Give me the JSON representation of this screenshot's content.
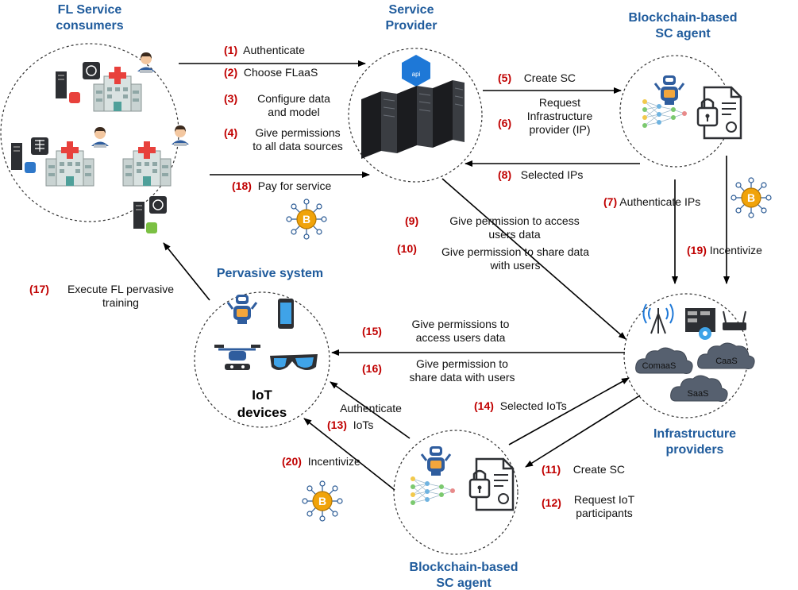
{
  "titles": {
    "fl_service_consumers": [
      "FL Service",
      "consumers"
    ],
    "service_provider": [
      "Service",
      "Provider"
    ],
    "sc_agent_top": [
      "Blockchain-based",
      "SC agent"
    ],
    "pervasive_system": "Pervasive system",
    "infrastructure_providers": [
      "Infrastructure",
      "providers"
    ],
    "sc_agent_bottom": [
      "Blockchain-based",
      "SC agent"
    ],
    "iot_devices": [
      "IoT",
      "devices"
    ]
  },
  "steps": {
    "s1": {
      "num": "(1)",
      "text": "Authenticate"
    },
    "s2": {
      "num": "(2)",
      "text": "Choose FLaaS"
    },
    "s3": {
      "num": "(3)",
      "text": [
        "Configure data",
        "and model"
      ]
    },
    "s4": {
      "num": "(4)",
      "text": [
        "Give permissions",
        "to all data sources"
      ]
    },
    "s5": {
      "num": "(5)",
      "text": "Create SC"
    },
    "s6": {
      "num": "(6)",
      "text": [
        "Request",
        "Infrastructure",
        "provider (IP)"
      ]
    },
    "s7": {
      "num": "(7)",
      "text": "Authenticate IPs"
    },
    "s8": {
      "num": "(8)",
      "text": "Selected IPs"
    },
    "s9": {
      "num": "(9)",
      "text": [
        "Give permission to access",
        "users data"
      ]
    },
    "s10": {
      "num": "(10)",
      "text": [
        "Give permission to share data",
        "with users"
      ]
    },
    "s11": {
      "num": "(11)",
      "text": "Create SC"
    },
    "s12": {
      "num": "(12)",
      "text": [
        "Request  IoT",
        "participants"
      ]
    },
    "s13": {
      "num": "(13)",
      "text": [
        "Authenticate",
        "IoTs"
      ]
    },
    "s14": {
      "num": "(14)",
      "text": "Selected IoTs"
    },
    "s15": {
      "num": "(15)",
      "text": [
        "Give permissions to",
        "access users data"
      ]
    },
    "s16": {
      "num": "(16)",
      "text": [
        "Give permission to",
        "share data with users"
      ]
    },
    "s17": {
      "num": "(17)",
      "text": [
        "Execute FL pervasive",
        "training"
      ]
    },
    "s18": {
      "num": "(18)",
      "text": "Pay for service"
    },
    "s19": {
      "num": "(19)",
      "text": "Incentivize"
    },
    "s20": {
      "num": "(20)",
      "text": "Incentivize"
    }
  },
  "icons": {
    "api_badge": "api",
    "clouds": [
      "ComaaS",
      "CaaS",
      "SaaS"
    ],
    "coin_symbol": "B"
  },
  "colors": {
    "title_blue": "#1f5b9c",
    "step_red": "#c00000",
    "api_blue": "#1e78d7",
    "coin_orange": "#f0a30a",
    "cloud_gray": "#56606f"
  }
}
